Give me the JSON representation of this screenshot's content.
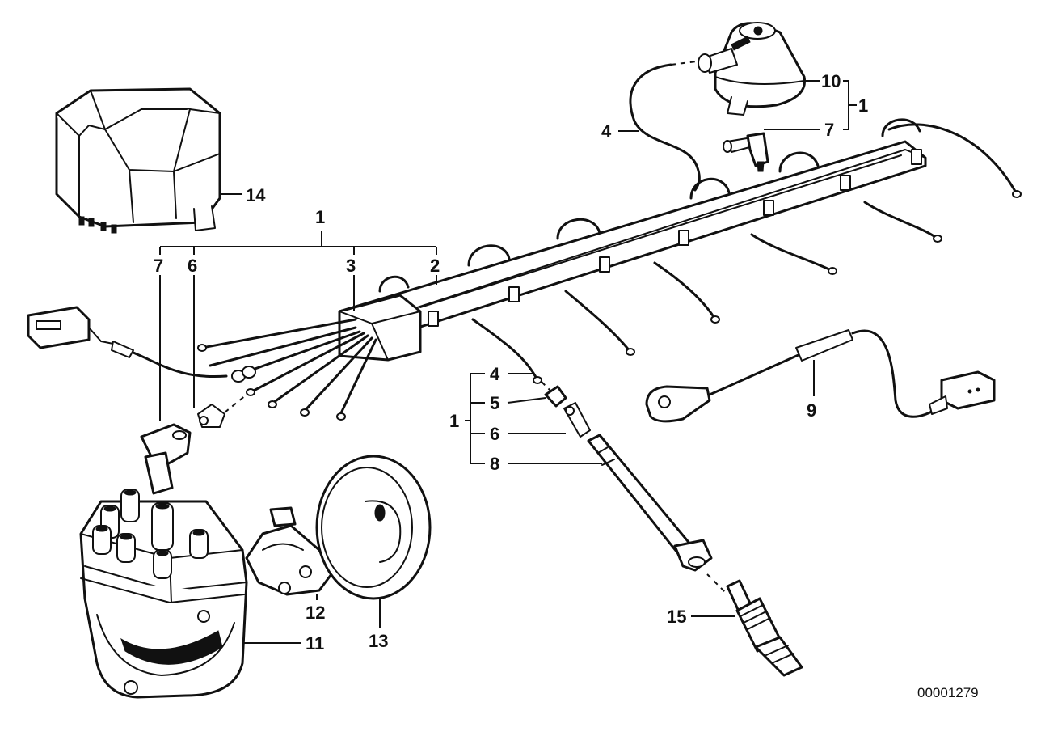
{
  "callouts": {
    "c1_top": "1",
    "c7_left": "7",
    "c6_left": "6",
    "c3": "3",
    "c2": "2",
    "c14": "14",
    "c10": "10",
    "c1_right": "1",
    "c7_right": "7",
    "c4_top": "4",
    "c4_mid": "4",
    "c5": "5",
    "c1_mid": "1",
    "c6_mid": "6",
    "c8": "8",
    "c9": "9",
    "c12": "12",
    "c11": "11",
    "c13": "13",
    "c15": "15"
  },
  "drawing_number": "00001279"
}
